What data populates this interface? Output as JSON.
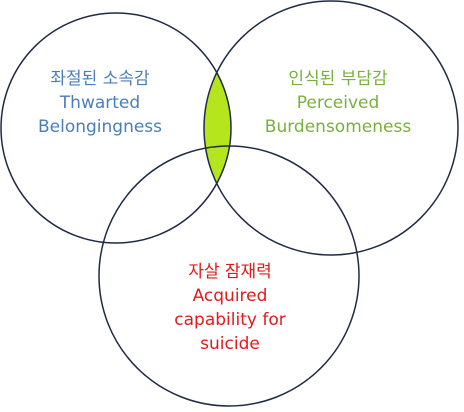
{
  "colors": {
    "circle_stroke": "#1f2a44",
    "overlap_fill": "#b5e61d",
    "thwarted": "#4a7ebb",
    "perceived": "#77b040",
    "acquired": "#e31a1a"
  },
  "circles": {
    "left": {
      "korean": "좌절된 소속감",
      "line1": "Thwarted",
      "line2": "Belongingness"
    },
    "right": {
      "korean": "인식된 부담감",
      "line1": "Perceived",
      "line2": "Burdensomeness"
    },
    "bottom": {
      "korean": "자살 잠재력",
      "line1": "Acquired",
      "line2": "capability for",
      "line3": "suicide"
    }
  }
}
